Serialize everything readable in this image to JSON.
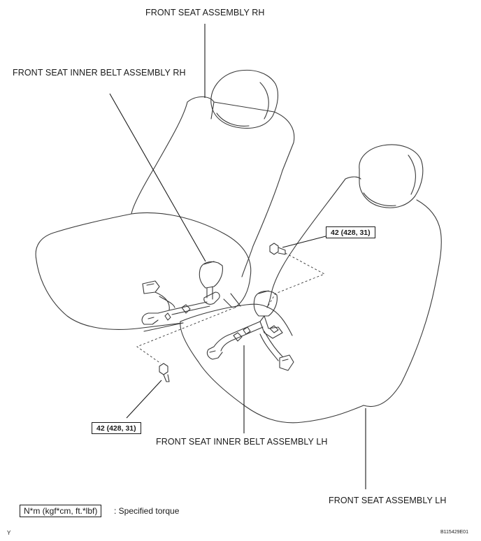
{
  "labels": {
    "front_seat_rh": "FRONT SEAT ASSEMBLY RH",
    "inner_belt_rh": "FRONT SEAT INNER BELT ASSEMBLY RH",
    "inner_belt_lh": "FRONT SEAT INNER BELT ASSEMBLY LH",
    "front_seat_lh": "FRONT SEAT ASSEMBLY LH"
  },
  "torque": {
    "upper": "42 (428, 31)",
    "lower": "42 (428, 31)"
  },
  "legend": {
    "unit_box": "N*m (kgf*cm, ft.*lbf)",
    "description": ": Specified torque"
  },
  "footer": {
    "left_mark": "Y",
    "figure_code": "B115429E01"
  },
  "colors": {
    "line": "#1a1a1a",
    "outline": "#3a3a3a"
  }
}
